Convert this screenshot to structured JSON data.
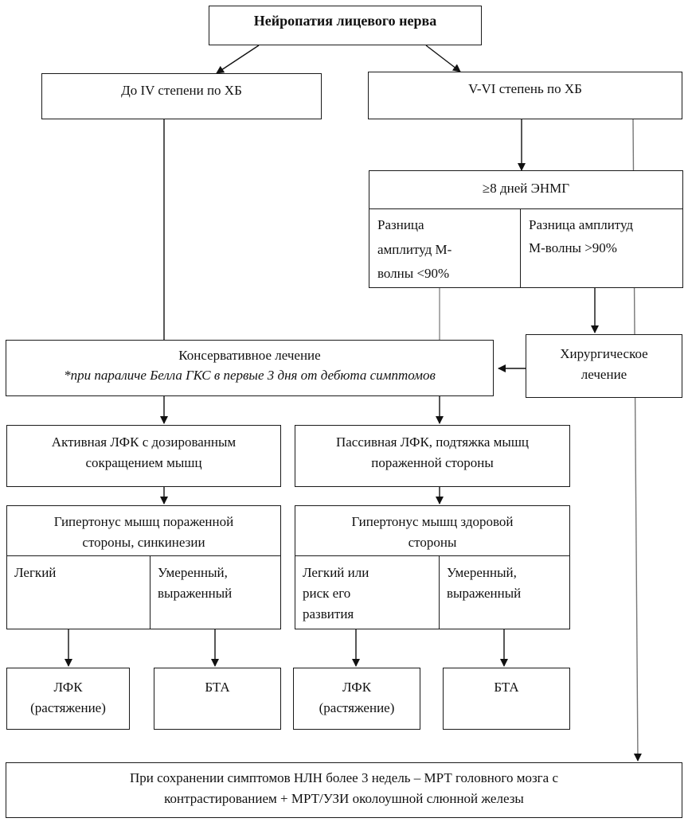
{
  "root": {
    "title": "Нейропатия лицевого нерва"
  },
  "branch_left": {
    "label": "До IV степени по ХБ"
  },
  "branch_right": {
    "label": "V-VI степень по ХБ"
  },
  "enmg": {
    "header": "≥8 дней ЭНМГ",
    "left_line1": "Разница",
    "left_line2": "амплитуд М-",
    "left_line3": "волны <90%",
    "right_line1": "Разница амплитуд",
    "right_line2": "М-волны >90%"
  },
  "conservative": {
    "title": "Консервативное лечение",
    "note": "*при параличе Белла ГКС в первые 3 дня от дебюта симптомов"
  },
  "surgical": {
    "line1": "Хирургическое",
    "line2": "лечение"
  },
  "active_lfk": {
    "line1": "Активная ЛФК с дозированным",
    "line2": "сокращением мышц"
  },
  "passive_lfk": {
    "line1": "Пассивная ЛФК, подтяжка мышц",
    "line2": "пораженной стороны"
  },
  "hyper_affected": {
    "line1": "Гипертонус мышц пораженной",
    "line2": "стороны, синкинезии",
    "mild": "Легкий",
    "moderate_line1": "Умеренный,",
    "moderate_line2": "выраженный"
  },
  "hyper_healthy": {
    "line1": "Гипертонус мышц здоровой",
    "line2": "стороны",
    "mild_line1": "Легкий или",
    "mild_line2": "риск его",
    "mild_line3": "развития",
    "moderate_line1": "Умеренный,",
    "moderate_line2": "выраженный"
  },
  "outcomes": {
    "lfk_line1": "ЛФК",
    "lfk_line2": "(растяжение)",
    "bta": "БТА"
  },
  "final": {
    "line1": "При сохранении симптомов НЛН более 3 недель – МРТ головного мозга с",
    "line2": "контрастированием + МРТ/УЗИ околоушной слюнной железы"
  }
}
